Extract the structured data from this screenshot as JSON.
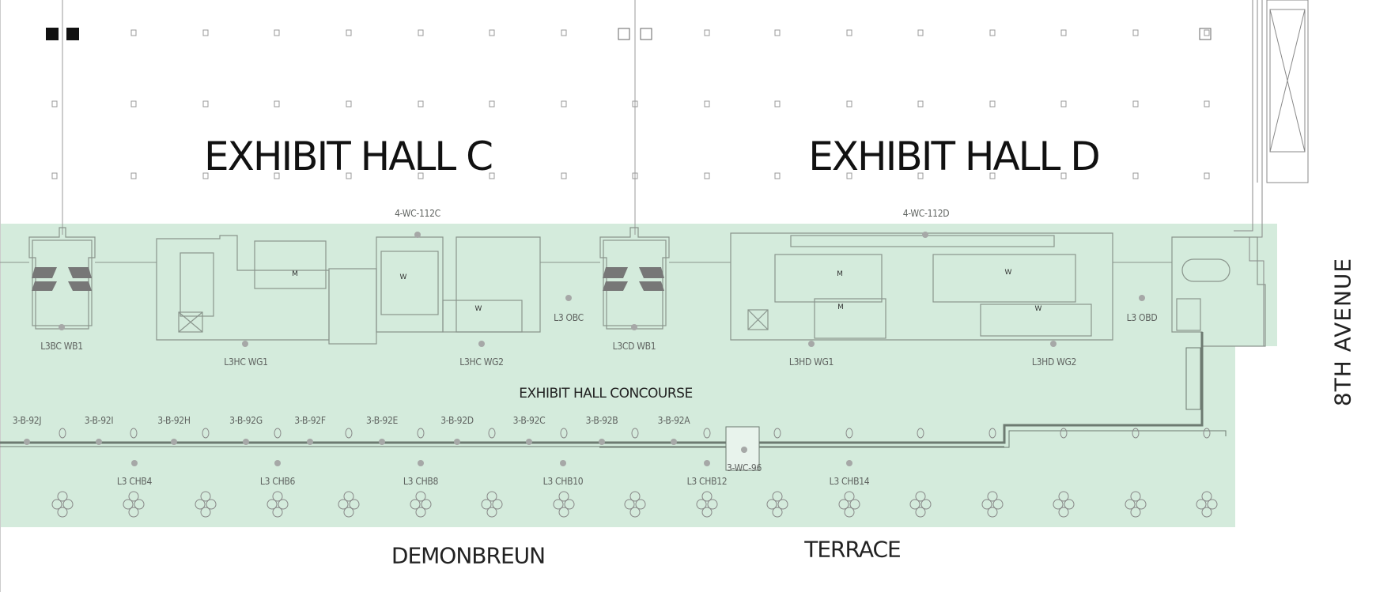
{
  "halls": {
    "c": "EXHIBIT HALL C",
    "d": "EXHIBIT HALL D"
  },
  "streets": {
    "demonbreun": "DEMONBREUN",
    "terrace": "TERRACE",
    "eighth_avenue": "8TH AVENUE"
  },
  "concourse": "EXHIBIT HALL CONCOURSE",
  "colors": {
    "concourse_fill": "#d4ebdc",
    "wall": "#8a958d",
    "marker": "#a6a8a7",
    "label": "#5f6360"
  },
  "room_labels": {
    "men": "M",
    "women": "W"
  },
  "markers": {
    "wc_112c": "4-WC-112C",
    "wc_112d": "4-WC-112D",
    "l3bc_wb1": "L3BC WB1",
    "l3hc_wg1": "L3HC WG1",
    "l3hc_wg2": "L3HC WG2",
    "l3_obc": "L3 OBC",
    "l3cd_wb1": "L3CD WB1",
    "l3hd_wg1": "L3HD WG1",
    "l3hd_wg2": "L3HD WG2",
    "l3_obd": "L3 OBD",
    "wc_96": "3-WC-96"
  },
  "booths": [
    "3-B-92J",
    "3-B-92I",
    "3-B-92H",
    "3-B-92G",
    "3-B-92F",
    "3-B-92E",
    "3-B-92D",
    "3-B-92C",
    "3-B-92B",
    "3-B-92A"
  ],
  "chb": [
    "L3 CHB4",
    "L3 CHB6",
    "L3 CHB8",
    "L3 CHB10",
    "L3 CHB12",
    "L3 CHB14"
  ]
}
